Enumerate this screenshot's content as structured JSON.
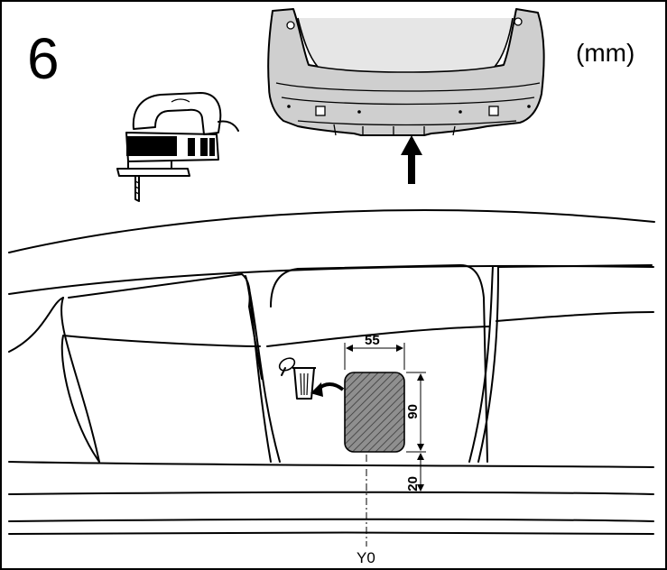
{
  "step_number": "6",
  "units": "(mm)",
  "dimensions": {
    "width": "55",
    "height": "90",
    "offset": "20"
  },
  "axis_label": "Y0",
  "colors": {
    "line": "#000000",
    "bumper_fill": "#cfcfcf",
    "cutout_fill": "#8a8a8a",
    "background": "#ffffff"
  },
  "icons": [
    "jigsaw-icon",
    "rear-bumper",
    "up-arrow-icon",
    "trash-bin-icon",
    "clip-icon",
    "curved-arrow-icon"
  ]
}
